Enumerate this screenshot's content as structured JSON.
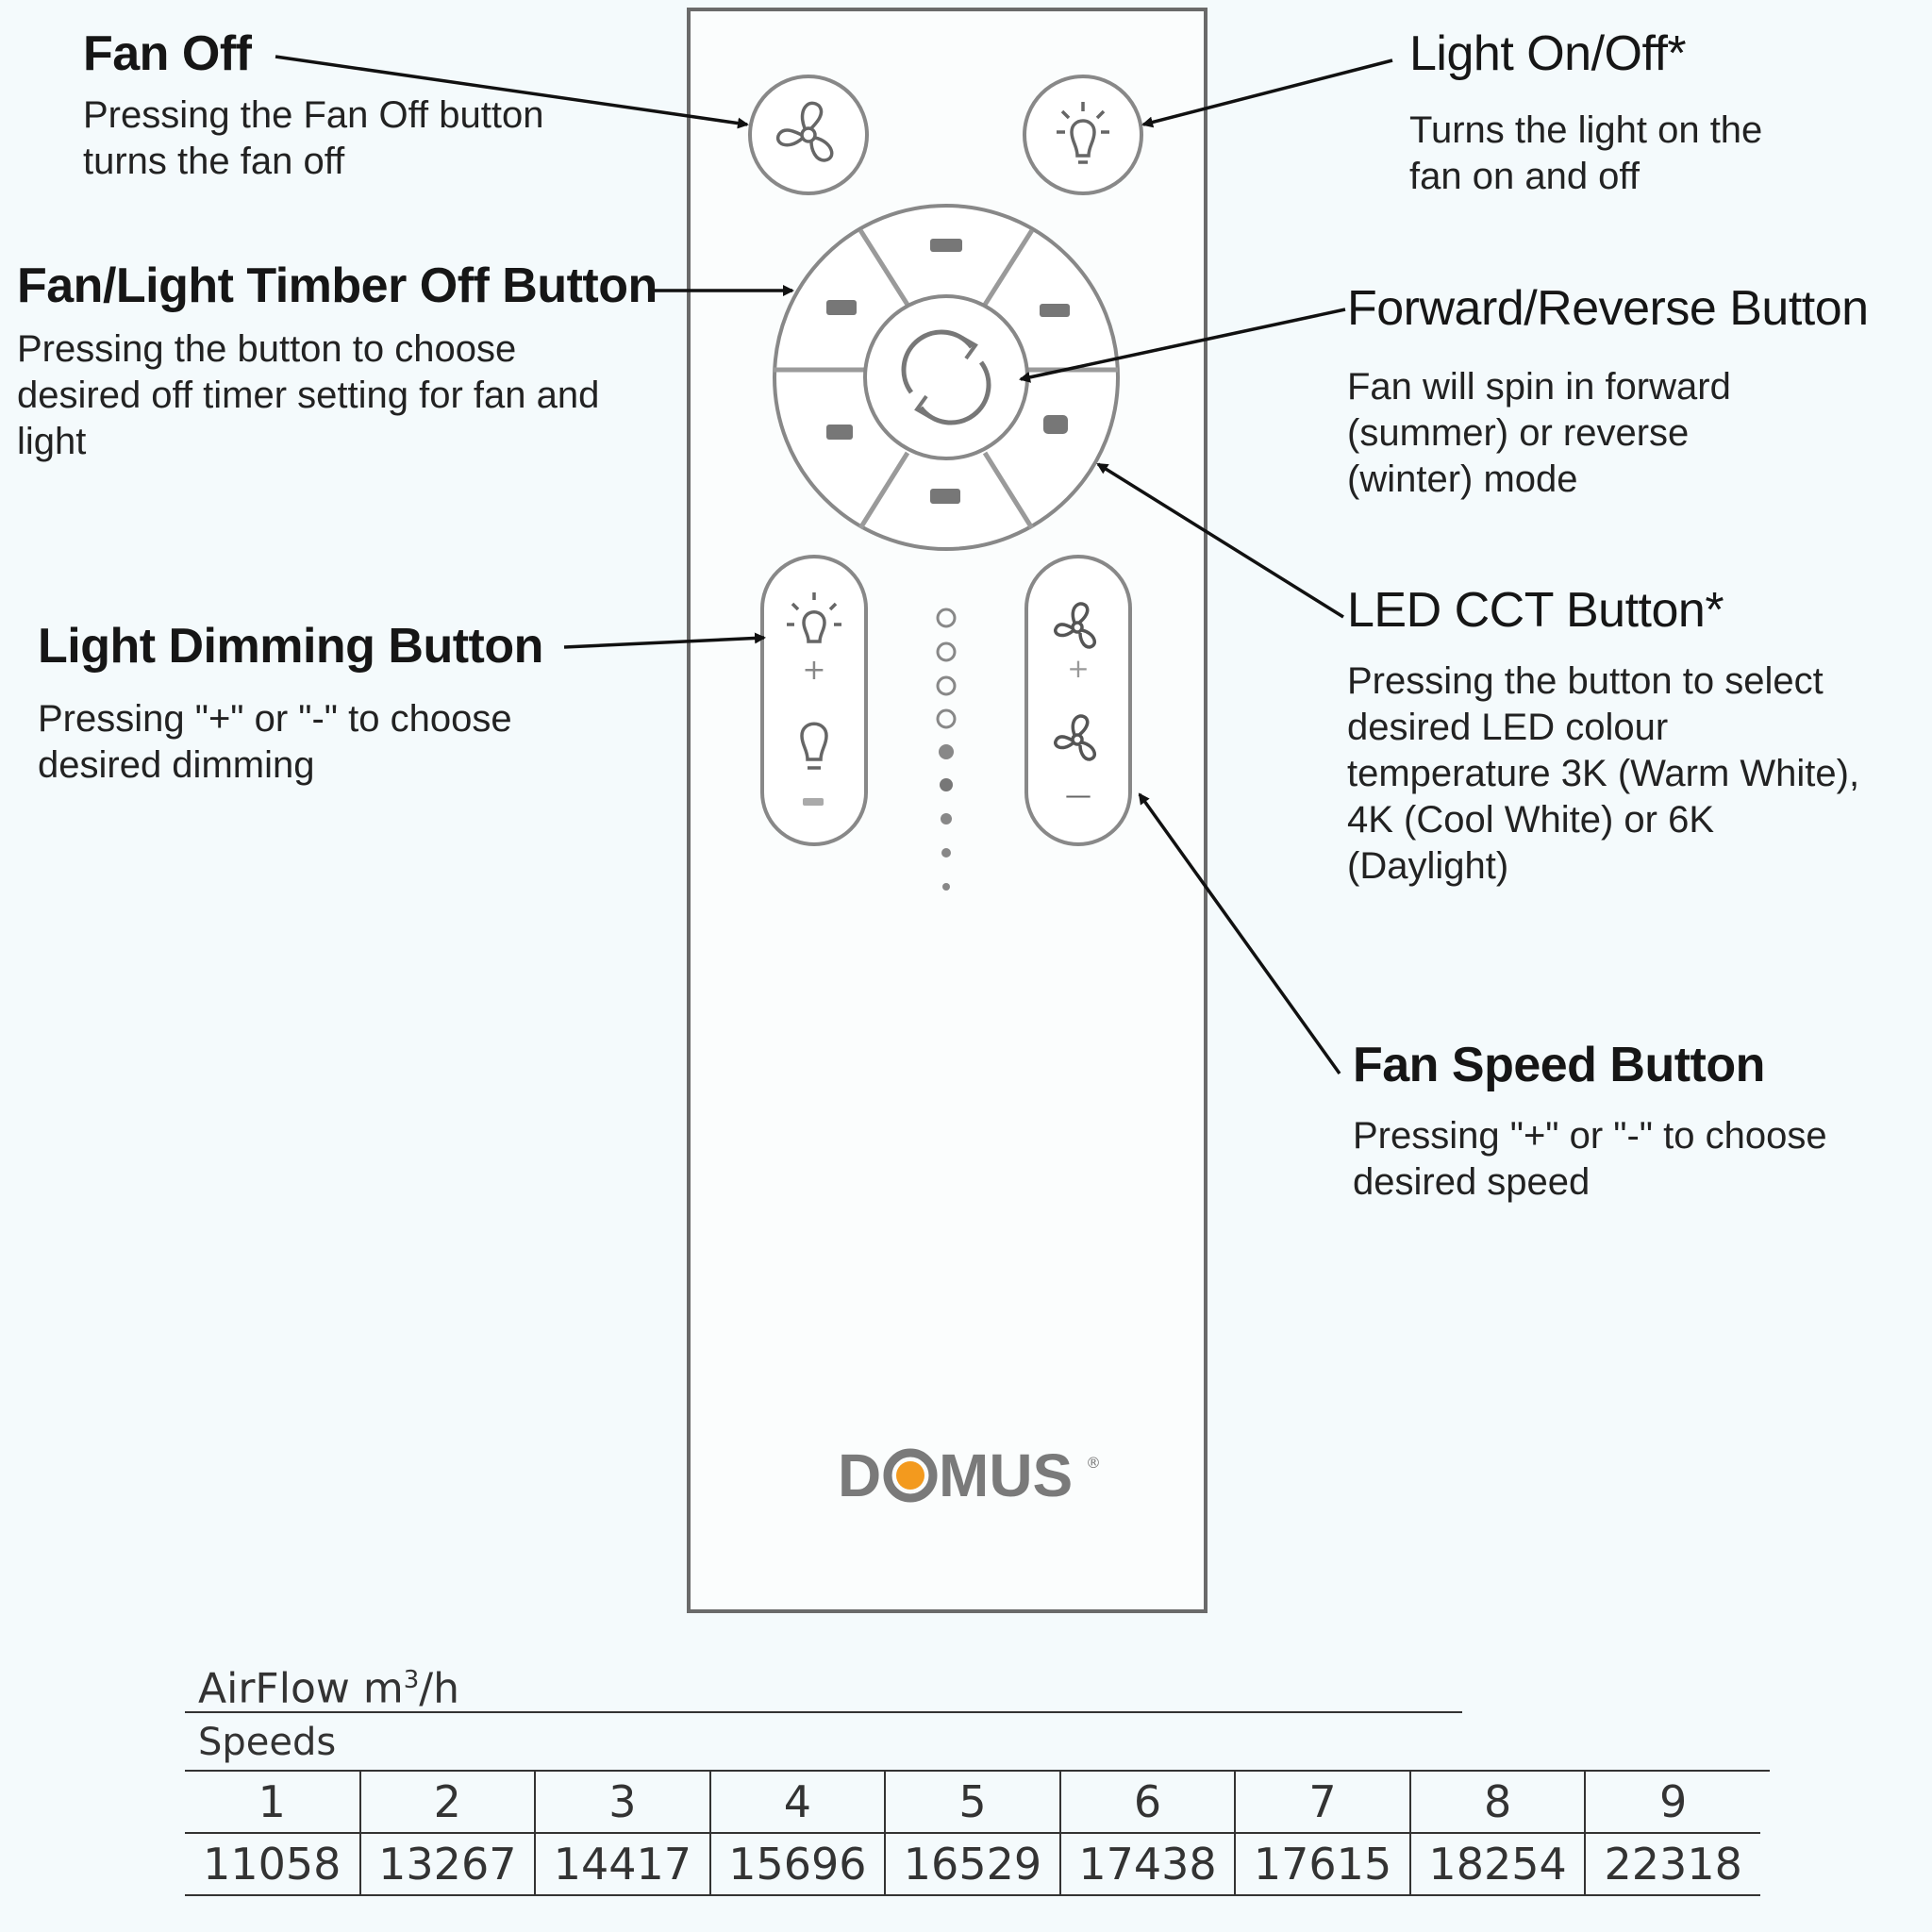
{
  "callouts": {
    "fan_off": {
      "title": "Fan Off",
      "desc": "Pressing the Fan Off button turns the fan off"
    },
    "timer": {
      "title": "Fan/Light Timber Off Button",
      "desc": "Pressing the button to choose desired off timer setting for fan and light"
    },
    "dimming": {
      "title": "Light Dimming Button",
      "desc": "Pressing \"+\" or \"-\" to choose desired dimming"
    },
    "light_onoff": {
      "title": "Light On/Off*",
      "desc": "Turns the light on the fan on and off"
    },
    "forward_reverse": {
      "title": "Forward/Reverse Button",
      "desc": "Fan will spin in forward (summer) or reverse (winter) mode"
    },
    "led_cct": {
      "title": "LED CCT Button*",
      "desc": "Pressing the button to select desired LED colour temperature 3K (Warm White), 4K (Cool White) or 6K (Daylight)"
    },
    "fan_speed": {
      "title": "Fan Speed Button",
      "desc": "Pressing \"+\" or \"-\" to choose desired speed"
    }
  },
  "remote": {
    "brand_pre": "D",
    "brand_post": "MUS",
    "brand_mark": "®",
    "plus": "+",
    "minus": "—",
    "brand_color": "#f39a1e"
  },
  "airflow": {
    "title": "AirFlow m",
    "title_sup": "3",
    "title_unit": "/h",
    "speeds_label": "Speeds",
    "speeds": [
      "1",
      "2",
      "3",
      "4",
      "5",
      "6",
      "7",
      "8",
      "9"
    ],
    "values": [
      "11058",
      "13267",
      "14417",
      "15696",
      "16529",
      "17438",
      "17615",
      "18254",
      "22318"
    ]
  }
}
